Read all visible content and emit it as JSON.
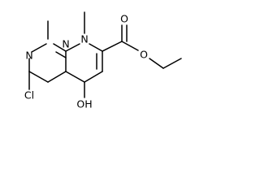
{
  "diagram": {
    "type": "chemical-structure",
    "labels": {
      "n_top_pyrimidine": "N",
      "n_bottom_pyrimidine": "N",
      "n_pyrrole": "N",
      "chloro": "Cl",
      "hydroxy": "OH",
      "carbonyl_o": "O",
      "ester_o": "O"
    }
  }
}
